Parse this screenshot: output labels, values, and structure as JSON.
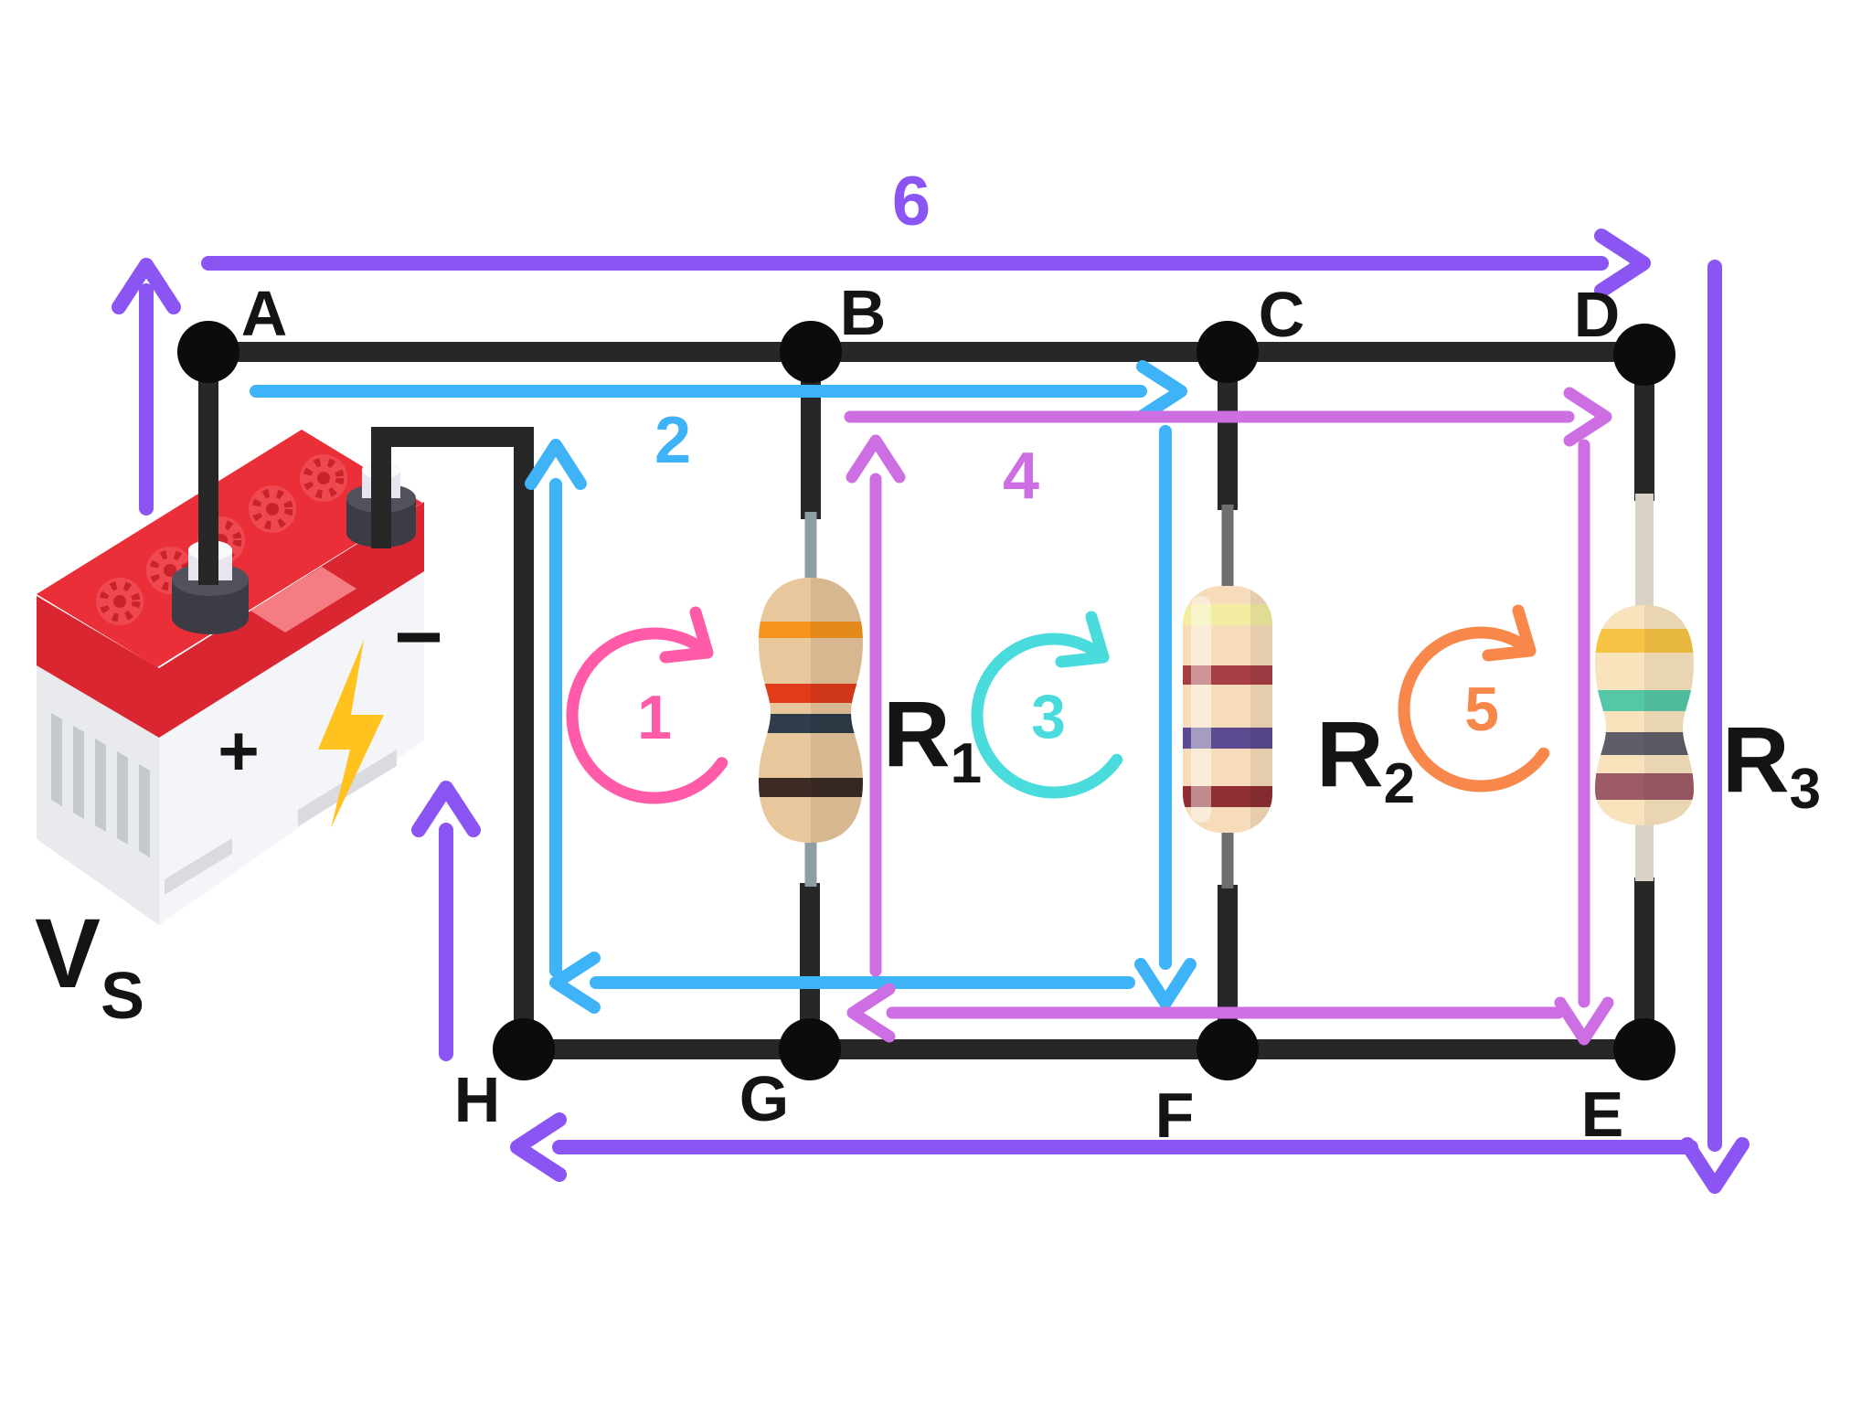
{
  "figure": {
    "type": "circuit-diagram",
    "description": "Isometric battery connected to three parallel resistors with eight labeled nodes and six numbered current-path arrows"
  },
  "colors": {
    "wire": "#272727",
    "node": "#0c0c0c",
    "text": "#141414",
    "background": "#ffffff"
  },
  "battery": {
    "name": "V",
    "sub": "S",
    "plus_label": "+",
    "minus_label": "−",
    "lid_color": "#ea2f38",
    "lid_side_color": "#d92630",
    "body_left_color": "#e8eaee",
    "body_right_color": "#f4f5f8",
    "bolt_color": "#ffc21f",
    "cap_color": "#ef4850",
    "terminal_dark": "#3c3c44",
    "terminal_light": "#faf9fd"
  },
  "nodes": [
    {
      "label": "A"
    },
    {
      "label": "B"
    },
    {
      "label": "C"
    },
    {
      "label": "D"
    },
    {
      "label": "E"
    },
    {
      "label": "F"
    },
    {
      "label": "G"
    },
    {
      "label": "H"
    }
  ],
  "resistors": [
    {
      "name": "R",
      "sub": "1",
      "body_color": "#e9c79c",
      "bands": [
        "#f7941e",
        "#e23b1b",
        "#2e3d49",
        "#3c2b25"
      ],
      "lead_color": "#8e9da6"
    },
    {
      "name": "R",
      "sub": "2",
      "body_color": "#f6dcba",
      "bands": [
        "#f2eda1",
        "#a63e44",
        "#5c4b91",
        "#8f2f33"
      ],
      "lead_color": "#6f6f6f"
    },
    {
      "name": "R",
      "sub": "3",
      "body_color": "#f8e3bd",
      "bands": [
        "#f6c345",
        "#55c7a6",
        "#5f5e68",
        "#9d5b67"
      ],
      "lead_color": "#d9d3c5"
    }
  ],
  "loops": [
    {
      "label": "1",
      "color": "#ff5ba8",
      "style": "circular-clockwise"
    },
    {
      "label": "2",
      "color": "#3fb3f7",
      "style": "rectangular-counterclockwise"
    },
    {
      "label": "3",
      "color": "#4adbdd",
      "style": "circular-clockwise"
    },
    {
      "label": "4",
      "color": "#cd6ee3",
      "style": "rectangular-counterclockwise"
    },
    {
      "label": "5",
      "color": "#f8874b",
      "style": "circular-clockwise"
    },
    {
      "label": "6",
      "color": "#8a55f2",
      "style": "outer-loop-clockwise"
    }
  ]
}
